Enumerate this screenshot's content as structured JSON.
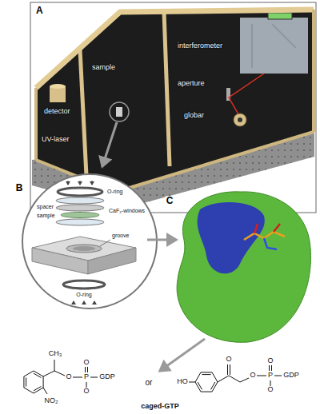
{
  "diagram": {
    "labels": [
      "A",
      "detector",
      "sample",
      "interferometer",
      "aperture",
      "globar",
      "UV-laser",
      "B",
      "O-ring",
      "spacer",
      "sample",
      "CaF₂-windows",
      "groove",
      "O-ring",
      "C",
      "CH₃",
      "NO₂",
      "O",
      "P",
      "O",
      "O",
      "GDP",
      "or",
      "HO",
      "O",
      "O",
      "P",
      "O",
      "O",
      "GDP",
      "caged-GTP"
    ]
  }
}
